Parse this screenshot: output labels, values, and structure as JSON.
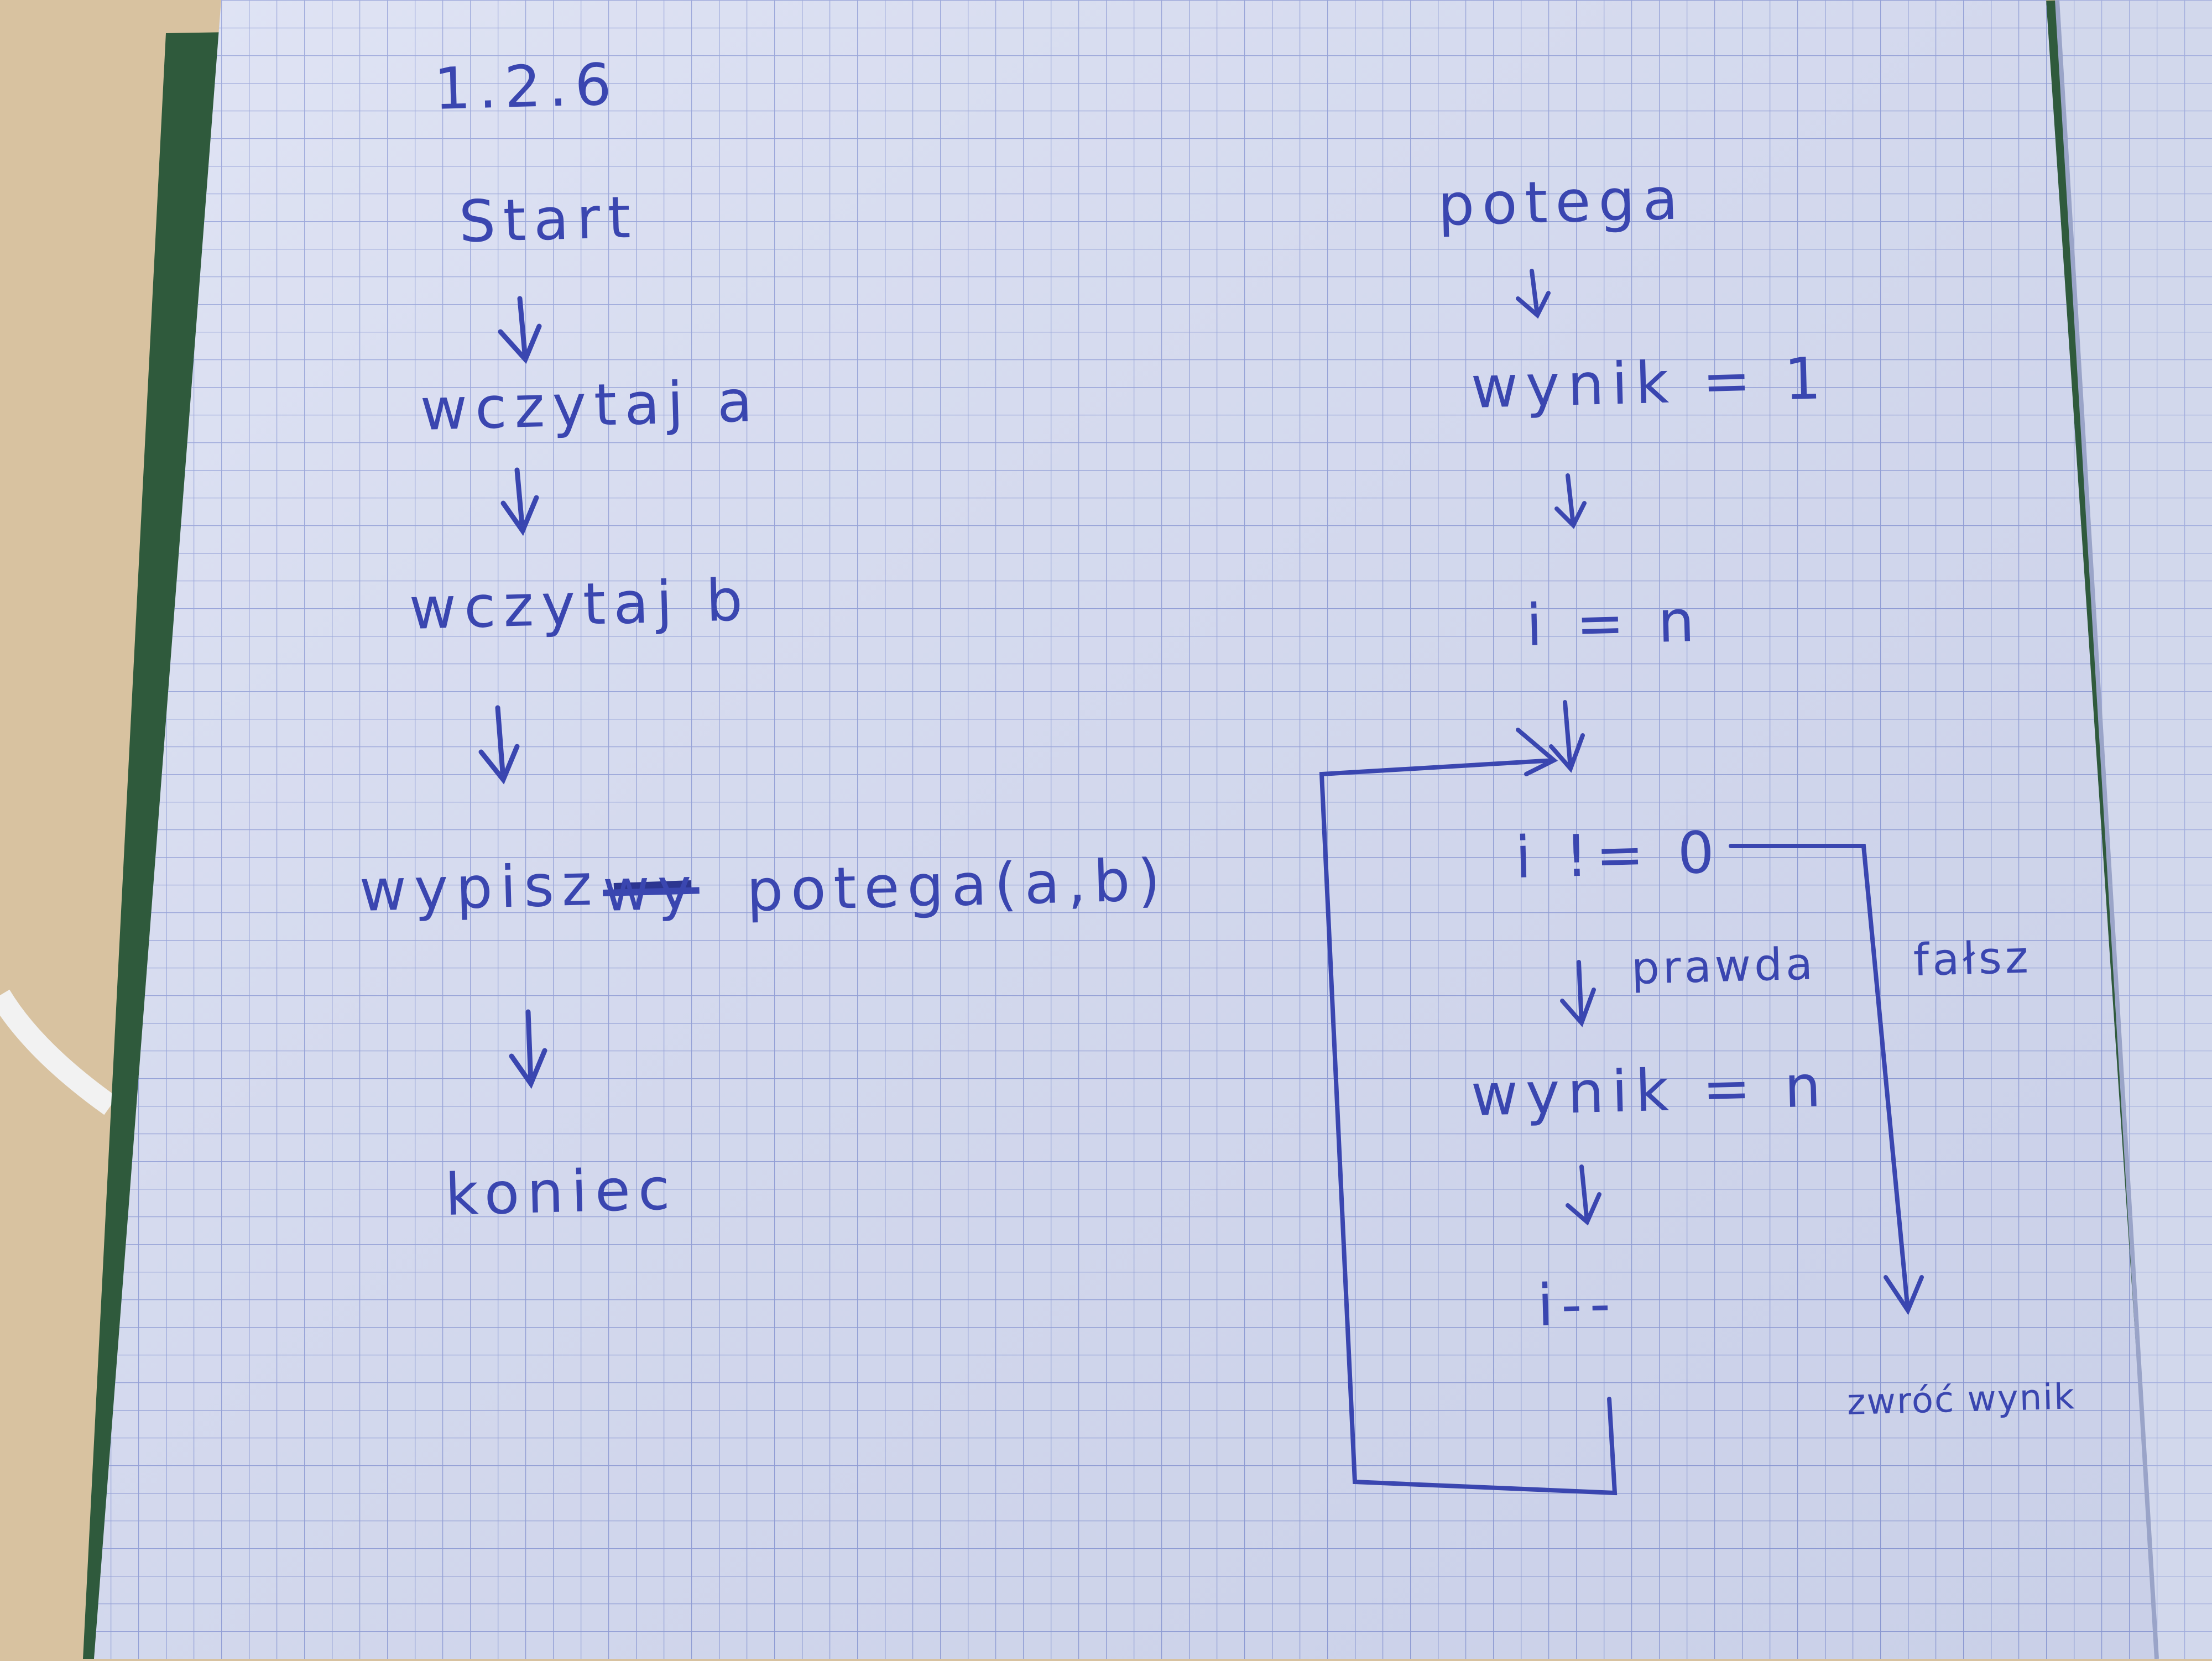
{
  "colors": {
    "desk": "#d8c2a0",
    "paper": "#d9def2",
    "grid": "#8e9bd6",
    "ink": "#3a46b0",
    "next_page": "#d2d8ec"
  },
  "left_flowchart": {
    "section_number": "1.2.6",
    "nodes": [
      {
        "id": "start",
        "label": "Start"
      },
      {
        "id": "read_a",
        "label": "wczytaj a"
      },
      {
        "id": "read_b",
        "label": "wczytaj b"
      },
      {
        "id": "print",
        "label": "wypisz",
        "struck_out": "wy",
        "call": "potega(a,b)"
      },
      {
        "id": "end",
        "label": "koniec"
      }
    ]
  },
  "right_flowchart": {
    "nodes": [
      {
        "id": "func",
        "label": "potega"
      },
      {
        "id": "init_result",
        "label": "wynik = 1"
      },
      {
        "id": "init_i",
        "label": "i = n"
      },
      {
        "id": "condition",
        "label": "i != 0"
      },
      {
        "id": "multiply",
        "label": "wynik = n"
      },
      {
        "id": "decrement",
        "label": "i--"
      }
    ],
    "edge_labels": {
      "true_branch": "prawda",
      "false_branch": "fałsz",
      "exit": "zwróć wynik"
    }
  }
}
